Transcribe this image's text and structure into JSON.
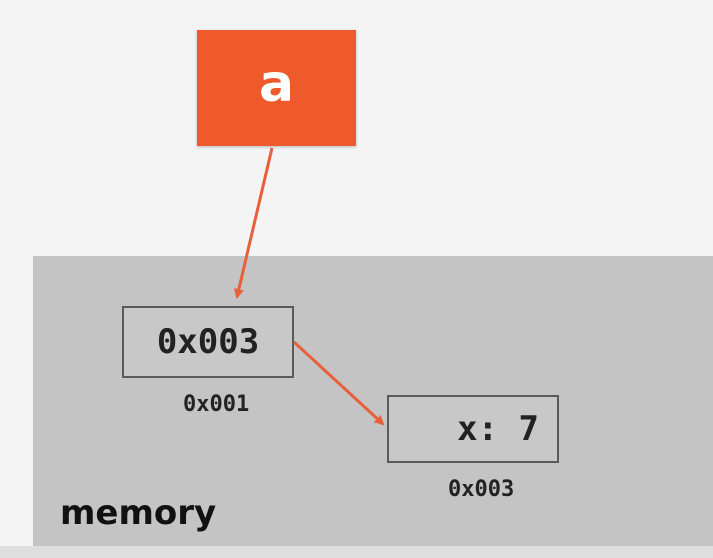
{
  "variable": {
    "name": "a",
    "color": "#ee5a2c"
  },
  "pointer_cell": {
    "value": "0x003",
    "address": "0x001"
  },
  "object_cell": {
    "value": "x: 7",
    "address": "0x003"
  },
  "memory": {
    "label": "memory",
    "color": "#c4c4c4"
  },
  "arrow_color": "#e8603a"
}
